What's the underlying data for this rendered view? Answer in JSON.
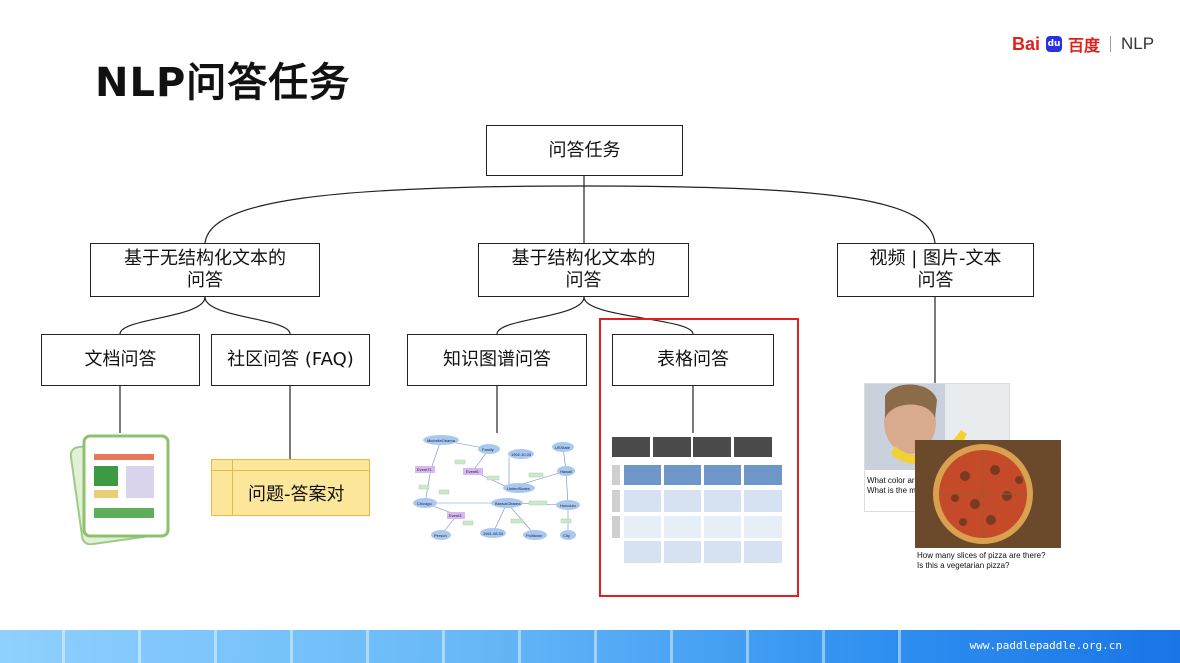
{
  "slide": {
    "title": "NLP问答任务",
    "logo": {
      "brand_latin": "Bai",
      "brand_paw": "du",
      "brand_cn": "百度",
      "product": "NLP"
    },
    "footer_url": "www.paddlepaddle.org.cn"
  },
  "tree": {
    "root": "问答任务",
    "branches": {
      "unstructured": "基于无结构化文本的\n问答",
      "structured": "基于结构化文本的\n问答",
      "multimodal": "视频 | 图片-文本\n问答"
    },
    "leaves": {
      "document_qa": "文档问答",
      "community_qa": "社区问答 (FAQ)",
      "kg_qa": "知识图谱问答",
      "table_qa": "表格问答"
    }
  },
  "illustrations": {
    "faq_card_text": "问题-答案对",
    "image_qa_1": [
      "What color are h",
      "What is the must"
    ],
    "image_qa_2": [
      "How many slices of pizza are there?",
      "Is this a vegetarian pizza?"
    ],
    "kg_nodes": [
      "MichelleObama",
      "Family",
      "1992.10.03",
      "USState",
      "Event71",
      "Event6",
      "UnitedStates",
      "Hawaii",
      "Chicago",
      "BarackObama",
      "Honolulu",
      "Event3",
      "Person",
      "1961.08.04",
      "Politician",
      "City"
    ],
    "kg_fill": "#a9c8ef",
    "highlight_color": "#e02020"
  }
}
